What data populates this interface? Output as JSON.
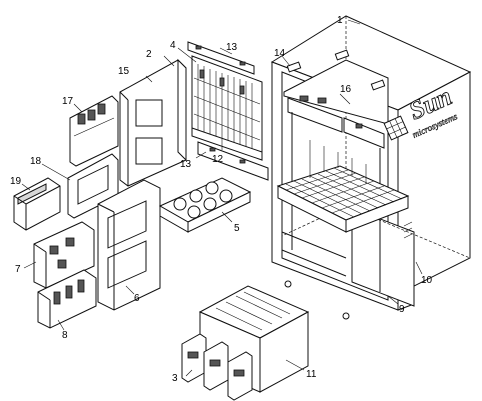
{
  "brand": {
    "name": "Sun",
    "tagline": "microsystems"
  },
  "callouts": {
    "c1": "1",
    "c2": "2",
    "c3": "3",
    "c4": "4",
    "c5": "5",
    "c6": "6",
    "c7": "7",
    "c8": "8",
    "c9": "9",
    "c10": "10",
    "c11": "11",
    "c12": "12",
    "c13a": "13",
    "c13b": "13",
    "c14": "14",
    "c15": "15",
    "c16": "16",
    "c17": "17",
    "c18": "18",
    "c19": "19"
  }
}
